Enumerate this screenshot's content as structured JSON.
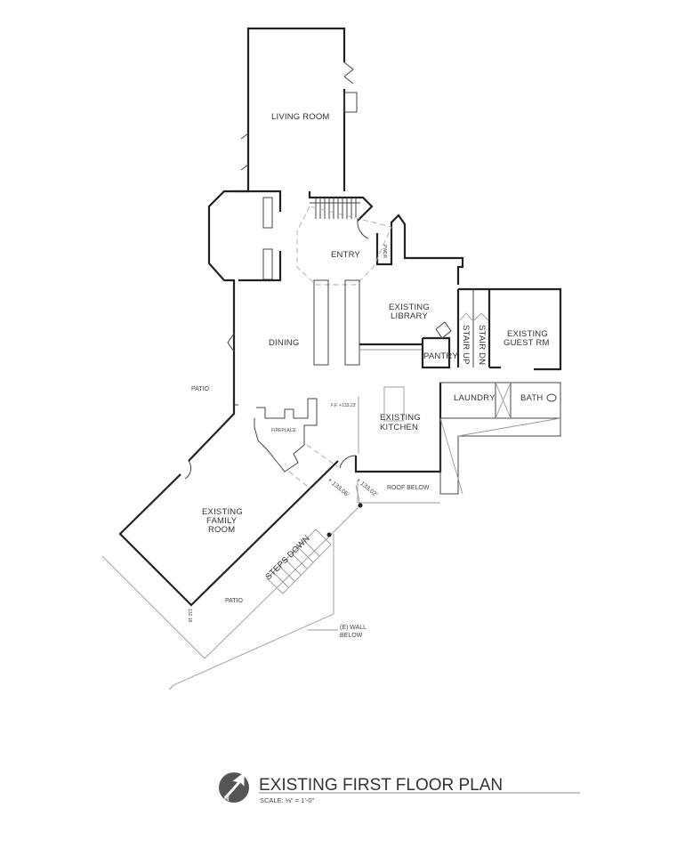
{
  "plan": {
    "title": "EXISTING FIRST FLOOR PLAN",
    "scale": "SCALE: ⅛\" = 1'-0\"",
    "north_label": "N"
  },
  "rooms": {
    "living_room": "LIVING ROOM",
    "entry": "ENTRY",
    "powder": "PWDR",
    "library_1": "EXISTING",
    "library_2": "LIBRARY",
    "dining": "DINING",
    "pantry": "PANTRY",
    "stair_up": "STAIR UP",
    "stair_dn": "STAIR DN",
    "guest_1": "EXISTING",
    "guest_2": "GUEST RM",
    "laundry": "LAUNDRY",
    "bath": "BATH",
    "kitchen_1": "EXISTING",
    "kitchen_2": "KITCHEN",
    "fireplace": "FIREPLACE",
    "family_1": "EXISTING",
    "family_2": "FAMILY",
    "family_3": "ROOM",
    "patio_upper": "PATIO",
    "patio_lower": "PATIO",
    "steps_down": "STEPS DOWN",
    "roof_below": "ROOF BELOW",
    "wall_below_1": "(E) WALL",
    "wall_below_2": "BELOW"
  },
  "elevations": {
    "ff": "F.F. +133.23'",
    "e1": "+ 133.06'",
    "e2": "+ 133.02'",
    "e3": "132.18"
  }
}
